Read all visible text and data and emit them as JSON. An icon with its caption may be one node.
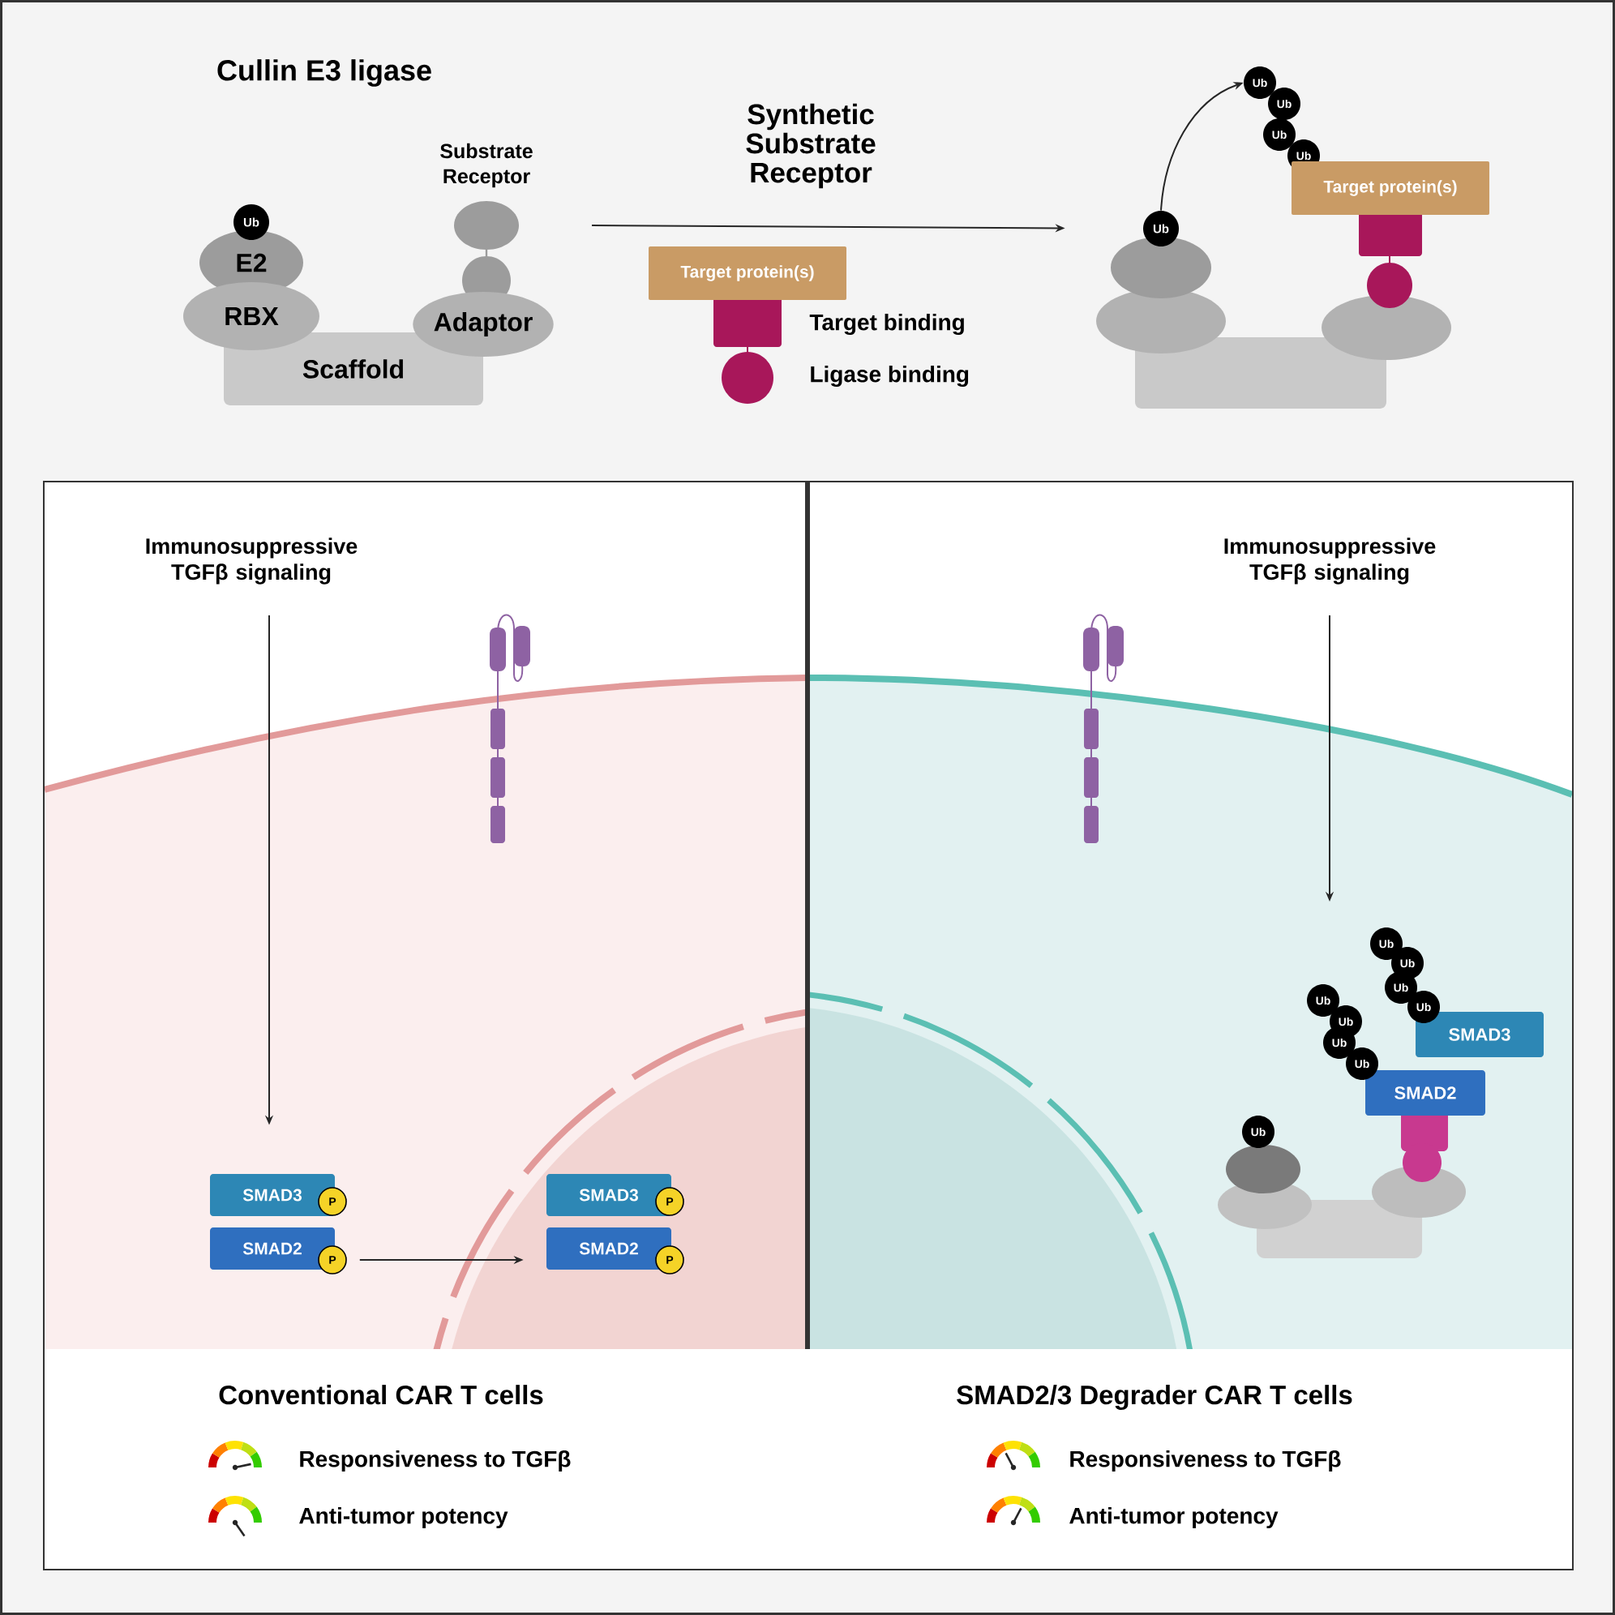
{
  "diagram": {
    "nodes": [
      {
        "text": [
          "Ub"
        ]
      },
      {
        "text": [
          "E2"
        ]
      },
      {
        "text": [
          "RBX"
        ]
      },
      {
        "text": [
          "Scaffold"
        ]
      },
      {
        "text": [
          "Adaptor"
        ]
      },
      {
        "text": [
          "Target protein(s)"
        ]
      },
      {
        "text": [
          "Ub"
        ]
      },
      {
        "text": [
          "Ub"
        ]
      },
      {
        "text": [
          "Ub"
        ]
      },
      {
        "text": [
          "Ub"
        ]
      },
      {
        "text": [
          "Ub"
        ]
      },
      {
        "text": [
          "Target protein(s)"
        ]
      },
      {
        "text": [
          "Immunosuppressive TGFβ signaling"
        ]
      },
      {
        "text": [
          "SMAD3"
        ]
      },
      {
        "text": [
          "P"
        ]
      },
      {
        "text": [
          "SMAD2"
        ]
      },
      {
        "text": [
          "P"
        ]
      },
      {
        "text": [
          "SMAD3"
        ]
      },
      {
        "text": [
          "P"
        ]
      },
      {
        "text": [
          "SMAD2"
        ]
      },
      {
        "text": [
          "P"
        ]
      },
      {
        "text": [
          "Immunosuppressive TGFβ signaling"
        ]
      },
      {
        "text": [
          "Ub"
        ]
      },
      {
        "text": [
          "Ub"
        ]
      },
      {
        "text": [
          "Ub"
        ]
      },
      {
        "text": [
          "Ub"
        ]
      },
      {
        "text": [
          "SMAD3"
        ]
      },
      {
        "text": [
          "Ub"
        ]
      },
      {
        "text": [
          "Ub"
        ]
      },
      {
        "text": [
          "Ub"
        ]
      },
      {
        "text": [
          "Ub"
        ]
      },
      {
        "text": [
          "SMAD2"
        ]
      },
      {
        "text": [
          "Ub"
        ]
      }
    ],
    "edges": [
      {
        "from": null,
        "to": 6,
        "arrow": "to"
      },
      {
        "from": 6,
        "to": 7,
        "arrow": "to"
      },
      {
        "from": 12,
        "to": 13,
        "arrow": "to"
      },
      {
        "from": 16,
        "to": 19,
        "arrow": "to"
      },
      {
        "from": 21,
        "to": null,
        "arrow": "to"
      }
    ],
    "labels": [
      "Cullin E3 ligase",
      "Substrate Receptor",
      "Synthetic Substrate Receptor",
      "Target binding",
      "Ligase binding",
      "Conventional CAR T cells",
      "Responsiveness to TGFβ",
      "Anti-tumor potency",
      "SMAD2/3 Degrader CAR T cells",
      "Responsiveness to TGFβ",
      "Anti-tumor potency"
    ]
  }
}
